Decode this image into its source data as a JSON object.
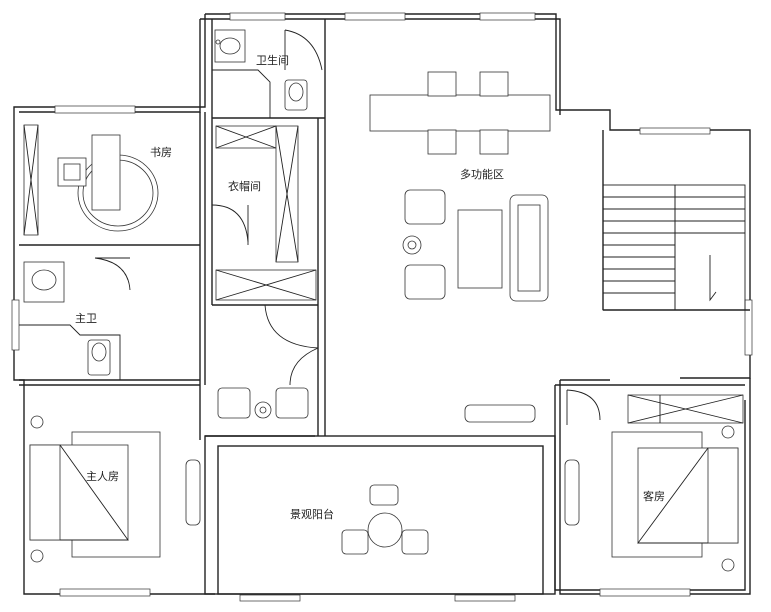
{
  "rooms": {
    "study": "书房",
    "guest_bath": "卫生间",
    "walk_in_closet": "衣帽间",
    "multi_function_area": "多功能区",
    "master_bath": "主卫",
    "master_bedroom": "主人房",
    "view_balcony": "景观阳台",
    "guest_bedroom": "客房"
  }
}
